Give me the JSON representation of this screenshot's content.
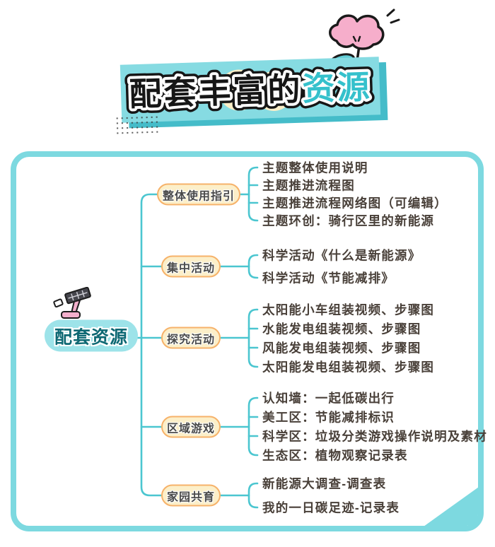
{
  "title": {
    "full": "配套丰富的资源",
    "text_black": "配套丰富的",
    "text_teal": "资源"
  },
  "mindmap": {
    "root": {
      "label": "配套资源"
    },
    "branches": [
      {
        "label": "整体使用指引",
        "leaves": [
          "主题整体使用说明",
          "主题推进流程图",
          "主题推进流程网络图（可编辑）",
          "主题环创：骑行区里的新能源"
        ]
      },
      {
        "label": "集中活动",
        "leaves": [
          "科学活动《什么是新能源》",
          "科学活动《节能减排》"
        ]
      },
      {
        "label": "探究活动",
        "leaves": [
          "太阳能小车组装视频、步骤图",
          "水能发电组装视频、步骤图",
          "风能发电组装视频、步骤图",
          "太阳能发电组装视频、步骤图"
        ]
      },
      {
        "label": "区域游戏",
        "leaves": [
          "认知墙：一起低碳出行",
          "美工区：节能减排标识",
          "科学区：垃圾分类游戏操作说明及素材",
          "生态区：植物观察记录表"
        ]
      },
      {
        "label": "家园共育",
        "leaves": [
          "新能源大调查-调查表",
          "我的一日碳足迹-记录表"
        ]
      }
    ]
  },
  "icons": [
    {
      "name": "flower-icon"
    },
    {
      "name": "document-camera-icon"
    }
  ],
  "colors": {
    "panel_border": "#7dd9e0",
    "connector": "#4bc6d0",
    "banner_fill": "#86dbe2",
    "banner_shadow": "#45bcc9",
    "title_teal": "#35c1cc",
    "branch_fill": "#fcefc9",
    "branch_border": "#f6b26a",
    "root_fill": "#9de3e9",
    "root_text": "#0d6873",
    "leaf_text": "#494039",
    "flower_pink": "#f6aecb",
    "leaf_green": "#62cdd6"
  }
}
